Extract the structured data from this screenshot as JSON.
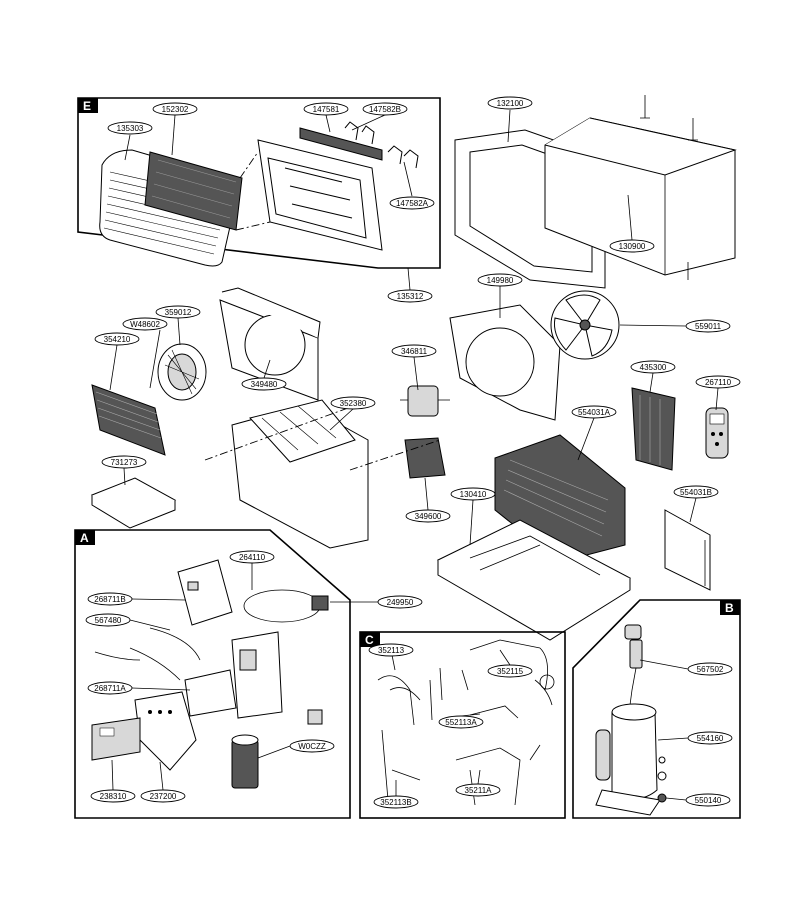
{
  "sections": [
    "E",
    "A",
    "C",
    "B"
  ],
  "parts": [
    "152302",
    "147581",
    "147582B",
    "135303",
    "147582A",
    "135312",
    "132100",
    "130900",
    "149980",
    "559011",
    "359012",
    "W48602",
    "354210",
    "349480",
    "346811",
    "352380",
    "435300",
    "267110",
    "554031A",
    "731273",
    "130410",
    "554031B",
    "349600",
    "264110",
    "268711B",
    "249950",
    "567480",
    "268711A",
    "W0CZZ",
    "238310",
    "237200",
    "352113",
    "352115",
    "552113A",
    "352113B",
    "35211A",
    "567502",
    "554160",
    "550140"
  ]
}
